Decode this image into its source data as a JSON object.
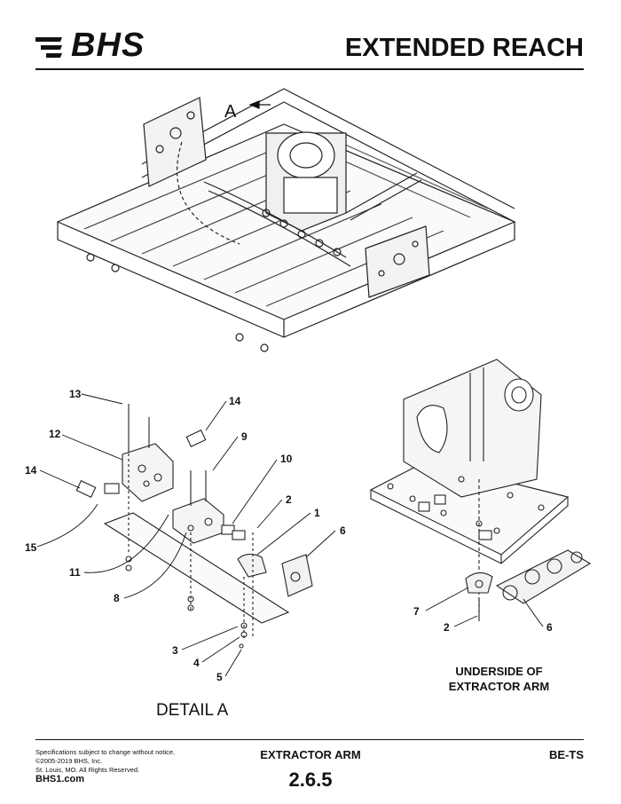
{
  "header": {
    "logo_text": "BHS",
    "title": "EXTENDED REACH"
  },
  "main_view": {
    "view_marker": "A"
  },
  "detail": {
    "label": "DETAIL  A",
    "callouts": [
      "13",
      "14",
      "12",
      "9",
      "14",
      "10",
      "15",
      "2",
      "1",
      "6",
      "11",
      "8",
      "3",
      "4",
      "5"
    ]
  },
  "underside": {
    "label_line1": "UNDERSIDE OF",
    "label_line2": "EXTRACTOR ARM",
    "callouts": [
      "7",
      "2",
      "6"
    ]
  },
  "footer": {
    "legal_line1": "Specifications subject to change without notice.",
    "legal_line2": "©2005-2019 BHS, Inc.",
    "legal_line3": "St. Louis, MO.  All Rights Reserved.",
    "website": "BHS1.com",
    "section_title": "EXTRACTOR ARM",
    "page_number": "2.6.5",
    "doc_code": "BE-TS"
  }
}
